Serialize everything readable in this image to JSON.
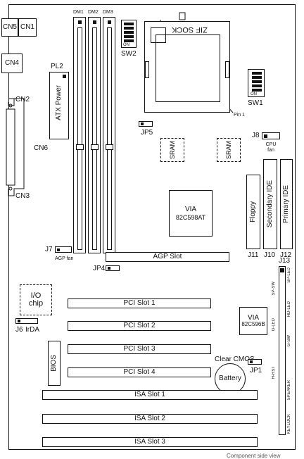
{
  "connectors": {
    "cn5": "CN5",
    "cn1": "CN1",
    "cn4": "CN4",
    "cn2": "CN2",
    "cn6": "CN6",
    "cn3": "CN3"
  },
  "power": {
    "pl2": "PL2",
    "atx_power": "ATX Power"
  },
  "dimm": {
    "dm1": "DM1",
    "dm2": "DM2",
    "dm3": "DM3"
  },
  "switches": {
    "sw2": "SW2",
    "sw1": "SW1",
    "on_label": "ON"
  },
  "cpu": {
    "socket_text": "ZIF SOCK",
    "pin1": "Pin 1"
  },
  "jumpers": {
    "jp5": "JP5",
    "j8": "J8",
    "cpu_fan": "CPU fan",
    "j7": "J7",
    "agp_fan": "AGP fan",
    "jp4": "JP4",
    "j13": "J13",
    "j6": "J6",
    "irda": "IrDA",
    "clear_cmos": "Clear CMOS",
    "jp1": "JP1"
  },
  "chips": {
    "sram1": "SRAM",
    "sram2": "SRAM",
    "via598_line1": "VIA",
    "via598_line2": "82C598AT",
    "via596_line1": "VIA",
    "via596_line2": "82C596B",
    "io_line1": "I/O",
    "io_line2": "chip",
    "bios": "BIOS",
    "battery": "Battery"
  },
  "ide": {
    "floppy": "Floppy",
    "secondary_ide": "Secondary IDE",
    "primary_ide": "Primary IDE",
    "j11": "J11",
    "j10": "J10",
    "j12": "J12"
  },
  "slots": {
    "agp": "AGP Slot",
    "pci1": "PCI Slot 1",
    "pci2": "PCI Slot 2",
    "pci3": "PCI Slot 3",
    "pci4": "PCI Slot 4",
    "isa1": "ISA Slot 1",
    "isa2": "ISA Slot 2",
    "isa3": "ISA Slot 3"
  },
  "front_panel": {
    "sp_led": "SP-LED",
    "sp_sw": "SP-SW",
    "hd_led": "HD-LED",
    "g_led": "G-LED",
    "g_sw": "G-SW",
    "h_rst": "H-RST",
    "speaker": "SPEAKER",
    "keylock": "KEYLOCK"
  },
  "footer": {
    "caption": "Component side view"
  }
}
